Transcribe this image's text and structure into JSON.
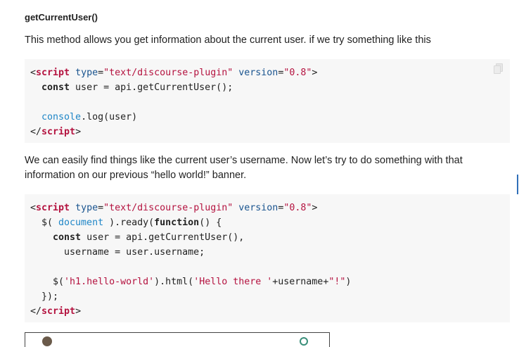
{
  "heading": "getCurrentUser()",
  "paragraph1": "This method allows you get information about the current user. if we try something like this",
  "code1": {
    "l1_open": "<",
    "l1_tag": "script",
    "l1_attr1": "type",
    "l1_eq1": "=",
    "l1_val1": "\"text/discourse-plugin\"",
    "l1_attr2": "version",
    "l1_eq2": "=",
    "l1_val2": "\"0.8\"",
    "l1_close": ">",
    "l2_indent": "  ",
    "l2_kw": "const",
    "l2_rest": " user = api.getCurrentUser();",
    "l4_indent": "  ",
    "l4_builtin": "console",
    "l4_rest": ".log(user)",
    "l5_open": "</",
    "l5_tag": "script",
    "l5_close": ">"
  },
  "paragraph2": "We can easily find things like the current user’s username. Now let’s try to do something with that information on our previous “hello world!” banner.",
  "code2": {
    "l1_open": "<",
    "l1_tag": "script",
    "l1_attr1": "type",
    "l1_eq1": "=",
    "l1_val1": "\"text/discourse-plugin\"",
    "l1_attr2": "version",
    "l1_eq2": "=",
    "l1_val2": "\"0.8\"",
    "l1_close": ">",
    "l2_a": "  $( ",
    "l2_builtin": "document",
    "l2_b": " ).ready(",
    "l2_fn": "function",
    "l2_c": "() {",
    "l3_indent": "    ",
    "l3_kw": "const",
    "l3_rest": " user = api.getCurrentUser(),",
    "l4_text": "      username = user.username;",
    "l6_a": "    $(",
    "l6_str1": "'h1.hello-world'",
    "l6_b": ").html(",
    "l6_str2": "'Hello there '",
    "l6_c": "+username+",
    "l6_str3": "\"!\"",
    "l6_d": ")",
    "l7_text": "  });",
    "l8_open": "</",
    "l8_tag": "script",
    "l8_close": ">"
  }
}
